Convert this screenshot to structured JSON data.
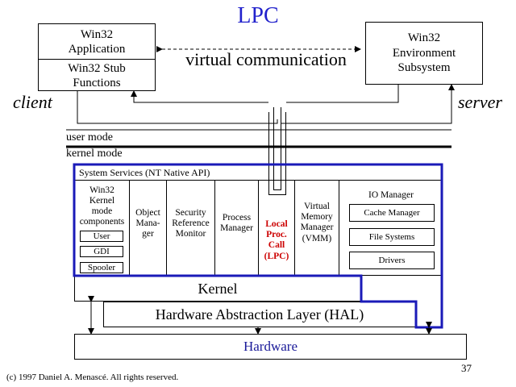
{
  "title": "LPC",
  "client_app": {
    "line1": "Win32\nApplication",
    "line2": "Win32 Stub\nFunctions"
  },
  "server_box": "Win32\nEnvironment\nSubsystem",
  "virtual_comm": "virtual communication",
  "client_label": "client",
  "server_label": "server",
  "user_mode": "user mode",
  "kernel_mode": "kernel mode",
  "system_services": "System Services (NT Native API)",
  "columns": {
    "win32": "Win32\nKernel\nmode\ncomponents",
    "win32_subs": [
      "User",
      "GDI",
      "Spooler"
    ],
    "object_manager": "Object\nMana-\nger",
    "security": "Security\nReference\nMonitor",
    "process": "Process\nManager",
    "lpc": "Local\nProc.\nCall\n(LPC)",
    "vmm": "Virtual\nMemory\nManager\n(VMM)",
    "io_manager": "IO Manager",
    "io_subs": [
      "Cache Manager",
      "File Systems",
      "Drivers"
    ]
  },
  "kernel": "Kernel",
  "hal": "Hardware Abstraction Layer (HAL)",
  "hardware": "Hardware",
  "page_number": "37",
  "copyright": "(c) 1997 Daniel A. Menascé. All rights reserved.",
  "colors": {
    "title": "#2222cc",
    "highlight_border": "#1a1ab8",
    "lpc_text": "#cc0000",
    "hardware_text": "#1a1a99"
  }
}
